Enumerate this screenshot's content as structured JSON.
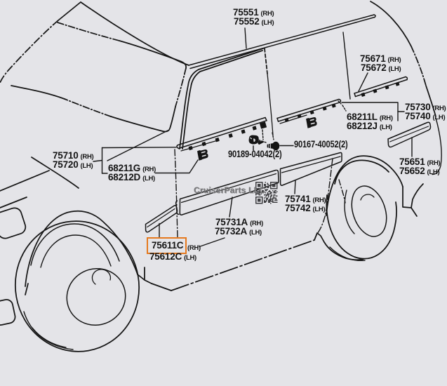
{
  "document": {
    "type": "vehicle parts catalog exploded diagram",
    "subject": "Body side mouldings - SUV side view line drawing",
    "background_color": "#e4e4e8",
    "line_color": "#141414"
  },
  "watermark": {
    "text": "CruiserParts LLC",
    "qr_code": "qr-code-icon"
  },
  "highlight": {
    "part_number": "75611C",
    "box_color": "#e5791e"
  },
  "parts": {
    "roof_drip": {
      "rh": {
        "num": "75551",
        "side": "(RH)"
      },
      "lh": {
        "num": "75552",
        "side": "(LH)"
      }
    },
    "quarter_belt": {
      "rh": {
        "num": "75671",
        "side": "(RH)"
      },
      "lh": {
        "num": "75672",
        "side": "(LH)"
      }
    },
    "rear_door_outside": {
      "rh": {
        "num": "75730",
        "side": "(RH)"
      },
      "lh": {
        "num": "75740",
        "side": "(LH)"
      }
    },
    "rear_door_belt": {
      "rh": {
        "num": "68211L",
        "side": "(RH)"
      },
      "lh": {
        "num": "68212J",
        "side": "(LH)"
      }
    },
    "screw": {
      "num": "90167-40052(2)"
    },
    "grommet": {
      "num": "90189-04042(2)"
    },
    "windshield": {
      "rh": {
        "num": "75710",
        "side": "(RH)"
      },
      "lh": {
        "num": "75720",
        "side": "(LH)"
      }
    },
    "front_door_belt": {
      "rh": {
        "num": "68211G",
        "side": "(RH)"
      },
      "lh": {
        "num": "68212D",
        "side": "(LH)"
      }
    },
    "rear_door_side": {
      "rh": {
        "num": "75741",
        "side": "(RH)"
      },
      "lh": {
        "num": "75742",
        "side": "(LH)"
      }
    },
    "front_door_side": {
      "rh": {
        "num": "75731A",
        "side": "(RH)"
      },
      "lh": {
        "num": "75732A",
        "side": "(LH)"
      }
    },
    "front_fender": {
      "rh": {
        "num": "75611C",
        "side": "(RH)"
      },
      "lh": {
        "num": "75612C",
        "side": "(LH)"
      }
    },
    "quarter_outside": {
      "rh": {
        "num": "75651",
        "side": "(RH)"
      },
      "lh": {
        "num": "75652",
        "side": "(LH)"
      }
    }
  }
}
